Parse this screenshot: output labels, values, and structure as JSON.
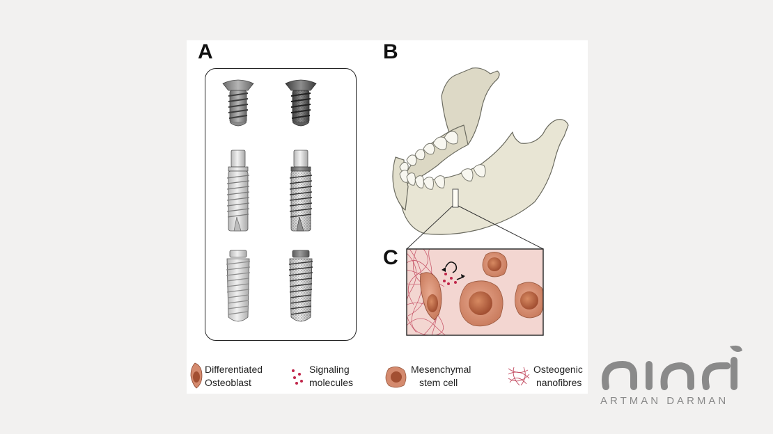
{
  "panels": {
    "a": "A",
    "b": "B",
    "c": "C"
  },
  "legend": [
    {
      "line1": "Differentiated",
      "line2": "Osteoblast",
      "icon": "osteoblast-icon"
    },
    {
      "line1": "Signaling",
      "line2": "molecules",
      "icon": "signaling-molecules-icon"
    },
    {
      "line1": "Mesenchymal",
      "line2": "stem cell",
      "icon": "stem-cell-icon"
    },
    {
      "line1": "Osteogenic",
      "line2": "nanofibres",
      "icon": "nanofibres-icon"
    }
  ],
  "watermark": {
    "logo_text": "آرتمن دارمن",
    "caption": "ARTMAN DARMAN"
  },
  "colors": {
    "bone": "#e8e5d4",
    "bone_outline": "#6b6b60",
    "cell_tissue": "#f1d2cf",
    "cell_body": "#d48a6e",
    "nucleus": "#b85a3c",
    "fibre": "#c2485e",
    "implant_light": "#d9d9d9",
    "implant_dark": "#7d7d7d"
  }
}
